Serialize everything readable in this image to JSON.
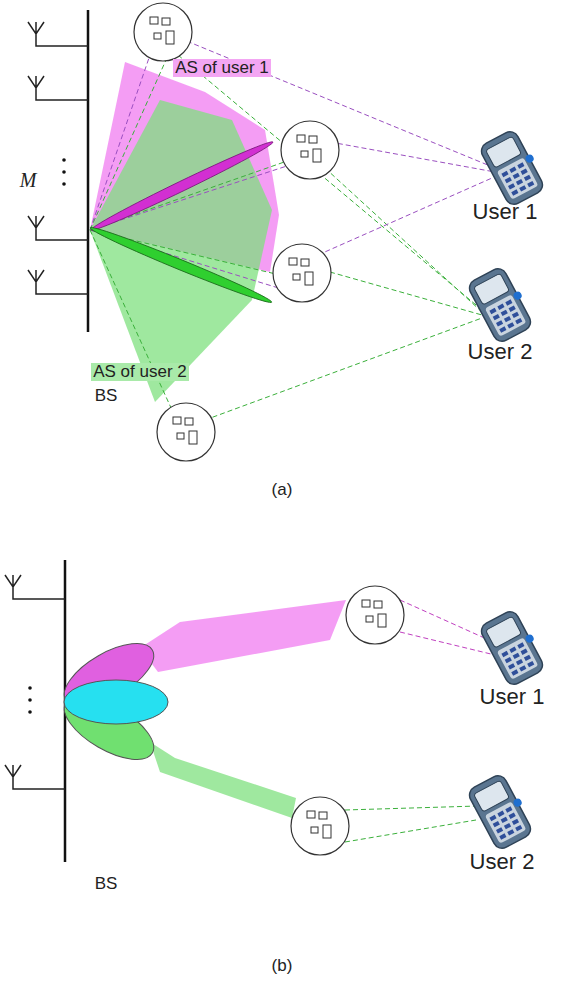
{
  "diagram": {
    "labels": [
      "AS of user 1",
      "M",
      "User 1",
      "User 2",
      "AS of user 2",
      "BS",
      "(a)",
      "User 1",
      "User 2",
      "BS",
      "(b)"
    ]
  }
}
